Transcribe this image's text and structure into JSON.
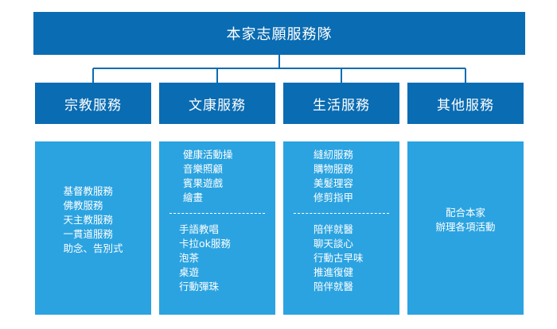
{
  "root": {
    "label": "本家志願服務隊"
  },
  "categories": [
    {
      "label": "宗教服務",
      "groups": [
        [
          "基督教服務",
          "佛教服務",
          "天主教服務",
          "一貫道服務",
          "助念、告別式"
        ]
      ]
    },
    {
      "label": "文康服務",
      "groups": [
        [
          "健康活動操",
          "音樂照顧",
          "賓果遊戲",
          "繪畫"
        ],
        [
          "手語教唱",
          "卡拉ok服務",
          "泡茶",
          "桌遊",
          "行動彈珠"
        ]
      ]
    },
    {
      "label": "生活服務",
      "groups": [
        [
          "縫紉服務",
          "購物服務",
          "美髮理容",
          "修剪指甲"
        ],
        [
          "陪伴就醫",
          "聊天談心",
          "行動古早味",
          "推進復健",
          "陪伴就醫"
        ]
      ]
    },
    {
      "label": "其他服務",
      "groups": [
        [
          "配合本家",
          "辦理各項活動"
        ]
      ]
    }
  ],
  "colors": {
    "header_blue": "#0a6cb2",
    "detail_blue": "#2ba3e0",
    "connector": "#0a6cb2",
    "text": "#ffffff"
  }
}
